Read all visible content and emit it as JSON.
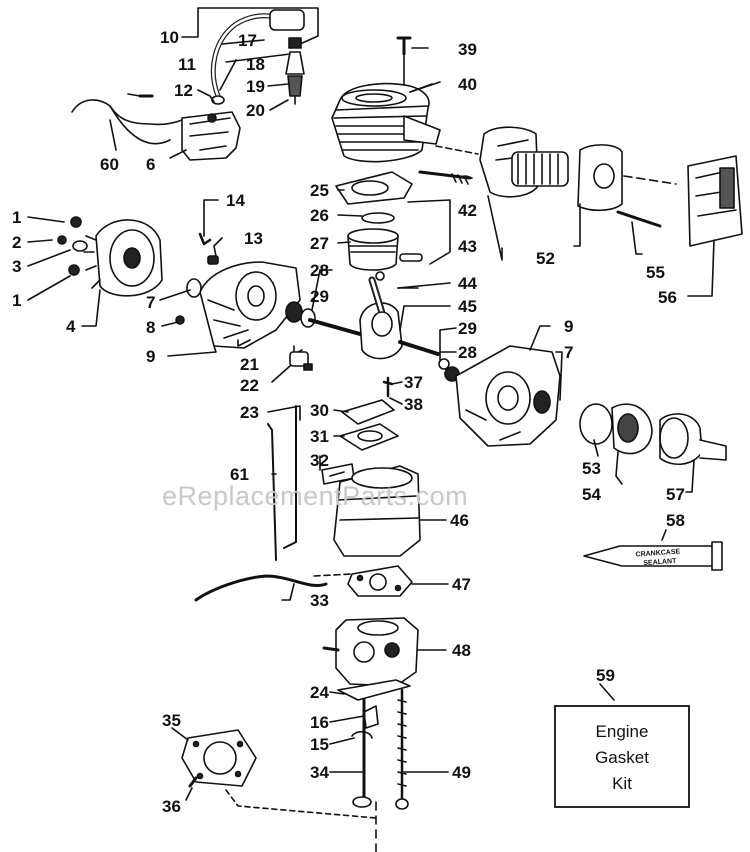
{
  "watermark": "eReplacementParts.com",
  "sealant_tube_text": [
    "CRANKCASE",
    "SEALANT"
  ],
  "kit": {
    "number": "59",
    "lines": [
      "Engine",
      "Gasket",
      "Kit"
    ]
  },
  "callouts": [
    {
      "id": "c10",
      "text": "10"
    },
    {
      "id": "c17",
      "text": "17"
    },
    {
      "id": "c11",
      "text": "11"
    },
    {
      "id": "c18",
      "text": "18"
    },
    {
      "id": "c19",
      "text": "19"
    },
    {
      "id": "c12",
      "text": "12"
    },
    {
      "id": "c20",
      "text": "20"
    },
    {
      "id": "c60",
      "text": "60"
    },
    {
      "id": "c6",
      "text": "6"
    },
    {
      "id": "c39",
      "text": "39"
    },
    {
      "id": "c40",
      "text": "40"
    },
    {
      "id": "c1a",
      "text": "1"
    },
    {
      "id": "c2",
      "text": "2"
    },
    {
      "id": "c3",
      "text": "3"
    },
    {
      "id": "c1b",
      "text": "1"
    },
    {
      "id": "c4",
      "text": "4"
    },
    {
      "id": "c14",
      "text": "14"
    },
    {
      "id": "c13",
      "text": "13"
    },
    {
      "id": "c7a",
      "text": "7"
    },
    {
      "id": "c8",
      "text": "8"
    },
    {
      "id": "c9a",
      "text": "9"
    },
    {
      "id": "c25",
      "text": "25"
    },
    {
      "id": "c26",
      "text": "26"
    },
    {
      "id": "c27",
      "text": "27"
    },
    {
      "id": "c42",
      "text": "42"
    },
    {
      "id": "c43",
      "text": "43"
    },
    {
      "id": "c44",
      "text": "44"
    },
    {
      "id": "c45",
      "text": "45"
    },
    {
      "id": "c28a",
      "text": "28"
    },
    {
      "id": "c29a",
      "text": "29"
    },
    {
      "id": "c29b",
      "text": "29"
    },
    {
      "id": "c28b",
      "text": "28"
    },
    {
      "id": "c9b",
      "text": "9"
    },
    {
      "id": "c7b",
      "text": "7"
    },
    {
      "id": "c21",
      "text": "21"
    },
    {
      "id": "c22",
      "text": "22"
    },
    {
      "id": "c23",
      "text": "23"
    },
    {
      "id": "c37",
      "text": "37"
    },
    {
      "id": "c38",
      "text": "38"
    },
    {
      "id": "c30",
      "text": "30"
    },
    {
      "id": "c31",
      "text": "31"
    },
    {
      "id": "c32",
      "text": "32"
    },
    {
      "id": "c61",
      "text": "61"
    },
    {
      "id": "c46",
      "text": "46"
    },
    {
      "id": "c52",
      "text": "52"
    },
    {
      "id": "c55",
      "text": "55"
    },
    {
      "id": "c56",
      "text": "56"
    },
    {
      "id": "c53",
      "text": "53"
    },
    {
      "id": "c54",
      "text": "54"
    },
    {
      "id": "c57",
      "text": "57"
    },
    {
      "id": "c58",
      "text": "58"
    },
    {
      "id": "c47",
      "text": "47"
    },
    {
      "id": "c33",
      "text": "33"
    },
    {
      "id": "c48",
      "text": "48"
    },
    {
      "id": "c24",
      "text": "24"
    },
    {
      "id": "c16",
      "text": "16"
    },
    {
      "id": "c15",
      "text": "15"
    },
    {
      "id": "c34",
      "text": "34"
    },
    {
      "id": "c49",
      "text": "49"
    },
    {
      "id": "c35",
      "text": "35"
    },
    {
      "id": "c36",
      "text": "36"
    }
  ]
}
